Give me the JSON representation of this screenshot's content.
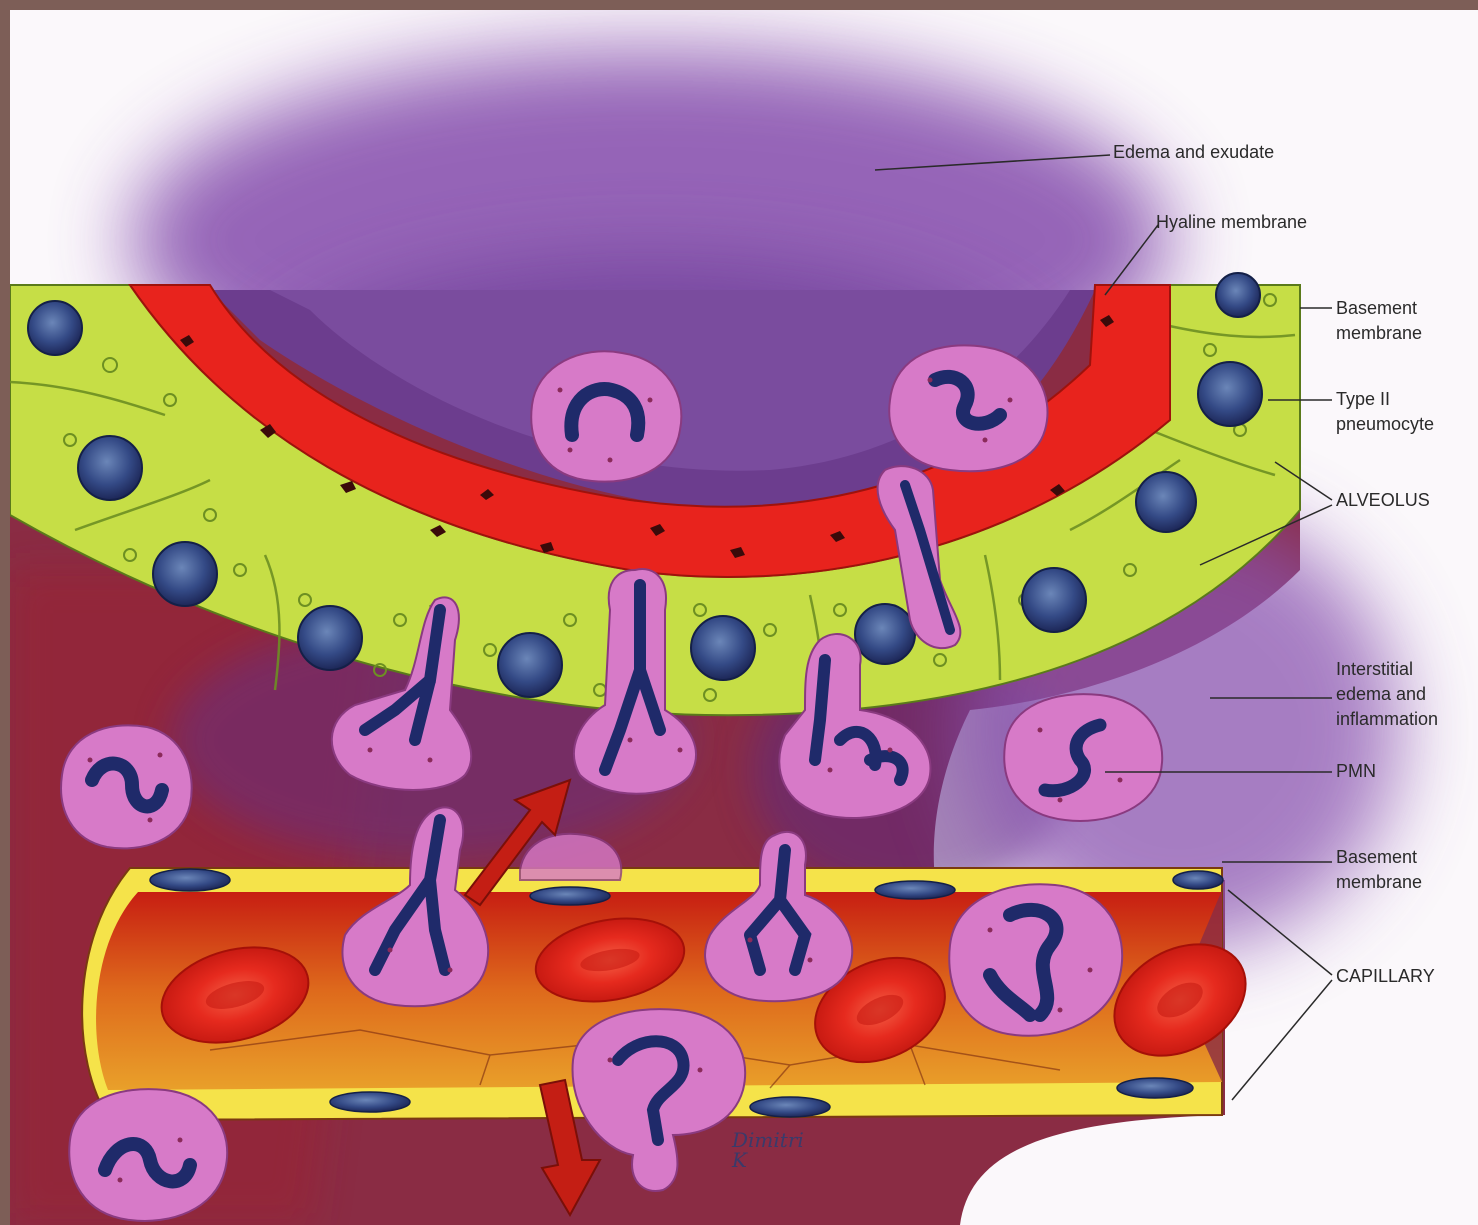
{
  "labels": {
    "edema_exudate": "Edema and exudate",
    "hyaline_membrane": "Hyaline membrane",
    "basement_membrane_alveolar": "Basement\nmembrane",
    "type2_pneumocyte": "Type II\npneumocyte",
    "alveolus": "ALVEOLUS",
    "interstitial_edema": "Interstitial\nedema and\ninflammation",
    "pmn": "PMN",
    "basement_membrane_capillary": "Basement\nmembrane",
    "capillary": "CAPILLARY"
  },
  "signature": "Dimitri\nK",
  "colors": {
    "frame": "#7d5e57",
    "edema_purple": "#8a55b0",
    "hyaline_red": "#e8231d",
    "pneumocyte_green": "#c8e04a",
    "nucleus_blue": "#2e3f7a",
    "pmn_pink": "#d77ac8",
    "capillary_yellow": "#f5e34a",
    "rbc_red": "#e52a1c",
    "arrow_red": "#c41e14"
  }
}
